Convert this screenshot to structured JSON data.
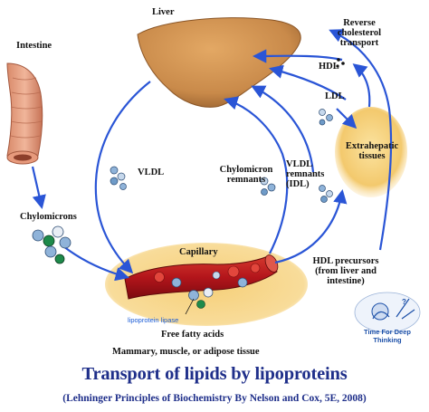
{
  "labels": {
    "liver": "Liver",
    "intestine": "Intestine",
    "reverse_transport": [
      "Reverse",
      "cholesterol",
      "transport"
    ],
    "hdl": "HDL",
    "ldl": "LDL",
    "extrahepatic": [
      "Extrahepatic",
      "tissues"
    ],
    "vldl": "VLDL",
    "chylomicron_remnants": [
      "Chylomicron",
      "remnants"
    ],
    "vldl_remnants": [
      "VLDL",
      "remnants",
      "(IDL)"
    ],
    "chylomicrons": "Chylomicrons",
    "capillary": "Capillary",
    "hdl_precursors": [
      "HDL precursors",
      "(from liver and",
      "intestine)"
    ],
    "lipoprotein_lipase": "lipoprotein lipase",
    "free_fatty_acids": "Free fatty acids",
    "tissues": "Mammary, muscle, or adipose tissue"
  },
  "title": "Transport of lipids by lipoproteins",
  "citation": "(Lehninger Principles of Biochemistry By Nelson and Cox, 5E, 2008)",
  "watermark": [
    "Time For Deep",
    "Thinking"
  ],
  "colors": {
    "arrow": "#2a55d6",
    "liver": "#c98a4a",
    "title": "#1f2f8a",
    "vessel": "#b01818",
    "tissue": "#f0c060",
    "particle": "#6f9bc8"
  }
}
